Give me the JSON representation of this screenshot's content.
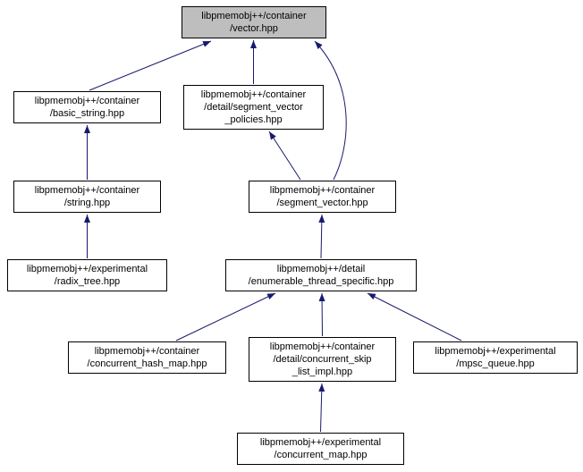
{
  "diagram": {
    "type": "include-dependency-graph",
    "root": "libpmemobj++/container/vector.hpp",
    "colors": {
      "background": "#ffffff",
      "node_fill": "#ffffff",
      "node_border": "#000000",
      "root_fill": "#bebebe",
      "edge": "#191970",
      "text": "#000000"
    },
    "nodes": [
      {
        "id": "vector",
        "label": "libpmemobj++/container\n/vector.hpp",
        "highlighted": true
      },
      {
        "id": "basic_string",
        "label": "libpmemobj++/container\n/basic_string.hpp",
        "highlighted": false
      },
      {
        "id": "segment_vector_policies",
        "label": "libpmemobj++/container\n/detail/segment_vector\n_policies.hpp",
        "highlighted": false
      },
      {
        "id": "string",
        "label": "libpmemobj++/container\n/string.hpp",
        "highlighted": false
      },
      {
        "id": "segment_vector",
        "label": "libpmemobj++/container\n/segment_vector.hpp",
        "highlighted": false
      },
      {
        "id": "radix_tree",
        "label": "libpmemobj++/experimental\n/radix_tree.hpp",
        "highlighted": false
      },
      {
        "id": "enumerable_thread_specific",
        "label": "libpmemobj++/detail\n/enumerable_thread_specific.hpp",
        "highlighted": false
      },
      {
        "id": "concurrent_hash_map",
        "label": "libpmemobj++/container\n/concurrent_hash_map.hpp",
        "highlighted": false
      },
      {
        "id": "concurrent_skip_list_impl",
        "label": "libpmemobj++/container\n/detail/concurrent_skip\n_list_impl.hpp",
        "highlighted": false
      },
      {
        "id": "mpsc_queue",
        "label": "libpmemobj++/experimental\n/mpsc_queue.hpp",
        "highlighted": false
      },
      {
        "id": "concurrent_map",
        "label": "libpmemobj++/experimental\n/concurrent_map.hpp",
        "highlighted": false
      }
    ],
    "edges": [
      {
        "from": "basic_string",
        "to": "vector"
      },
      {
        "from": "segment_vector_policies",
        "to": "vector"
      },
      {
        "from": "segment_vector",
        "to": "vector"
      },
      {
        "from": "string",
        "to": "basic_string"
      },
      {
        "from": "segment_vector",
        "to": "segment_vector_policies"
      },
      {
        "from": "radix_tree",
        "to": "string"
      },
      {
        "from": "enumerable_thread_specific",
        "to": "segment_vector"
      },
      {
        "from": "concurrent_hash_map",
        "to": "enumerable_thread_specific"
      },
      {
        "from": "concurrent_skip_list_impl",
        "to": "enumerable_thread_specific"
      },
      {
        "from": "mpsc_queue",
        "to": "enumerable_thread_specific"
      },
      {
        "from": "concurrent_map",
        "to": "concurrent_skip_list_impl"
      }
    ]
  }
}
